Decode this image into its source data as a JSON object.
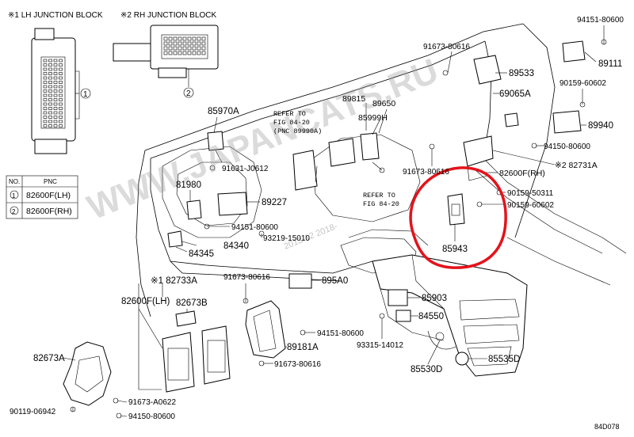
{
  "headings": {
    "lh_block": "※1 LH JUNCTION BLOCK",
    "rh_block": "※2 RH JUNCTION BLOCK"
  },
  "pnc_table": {
    "col_no": "NO.",
    "col_pnc": "PNC",
    "rows": [
      {
        "no": "1",
        "pnc": "82600F(LH)"
      },
      {
        "no": "2",
        "pnc": "82600F(RH)"
      }
    ]
  },
  "callouts": {
    "c1": "1",
    "c2": "2"
  },
  "parts": {
    "p94151_80600_top": "94151-80600",
    "p89111": "89111",
    "p91673_80616_top": "91673-80616",
    "p89533": "89533",
    "p90159_60602_top": "90159-60602",
    "p69065a": "69065A",
    "p89940": "89940",
    "p89815": "89815",
    "p89650": "89650",
    "p85999h": "85999H",
    "p85970a": "85970A",
    "p94150_80600_r": "94150-80600",
    "p82731a": "※2 82731A",
    "p82600f_rh": "82600F(RH)",
    "p91631_j0612": "91631-J0612",
    "p91673_80616_mid": "91673-80616",
    "p81980": "81980",
    "p89227": "89227",
    "p90159_50311": "90159-50311",
    "p90159_60602_mid": "90159-60602",
    "p94151_80600_left": "94151-80600",
    "p93219_15010": "93219-15010",
    "p85943": "85943",
    "p84345": "84345",
    "p84340": "84340",
    "p91673_80616_low": "91673-80616",
    "p895a0": "895A0",
    "p82733a": "※1 82733A",
    "p82600f_lh": "82600F(LH)",
    "p82673b": "82673B",
    "p85903": "85903",
    "p84550": "84550",
    "p94151_80600_low": "94151-80600",
    "p89181a": "89181A",
    "p93315_14012": "93315-14012",
    "p82673a": "82673A",
    "p91673_80616_bot": "91673-80616",
    "p85530d": "85530D",
    "p85535d": "85535D",
    "p91673_a0622": "91673-A0622",
    "p90119_06942": "90119-06942",
    "p94150_80600_bot": "94150-80600"
  },
  "refs": {
    "ref1_line1": "REFER TO",
    "ref1_line2": "FIG 84-20",
    "ref1_line3": "(PNC 89990A)",
    "ref2_line1": "REFER TO",
    "ref2_line2": "FIG 84-20"
  },
  "watermarks": {
    "main": "WWW.JAPANCATS.RU",
    "small": "2013-12 2018-"
  },
  "figure_code": "84D078",
  "colors": {
    "highlight": "#e3131b",
    "ink": "#000000",
    "watermark": "#9a9a9a"
  }
}
